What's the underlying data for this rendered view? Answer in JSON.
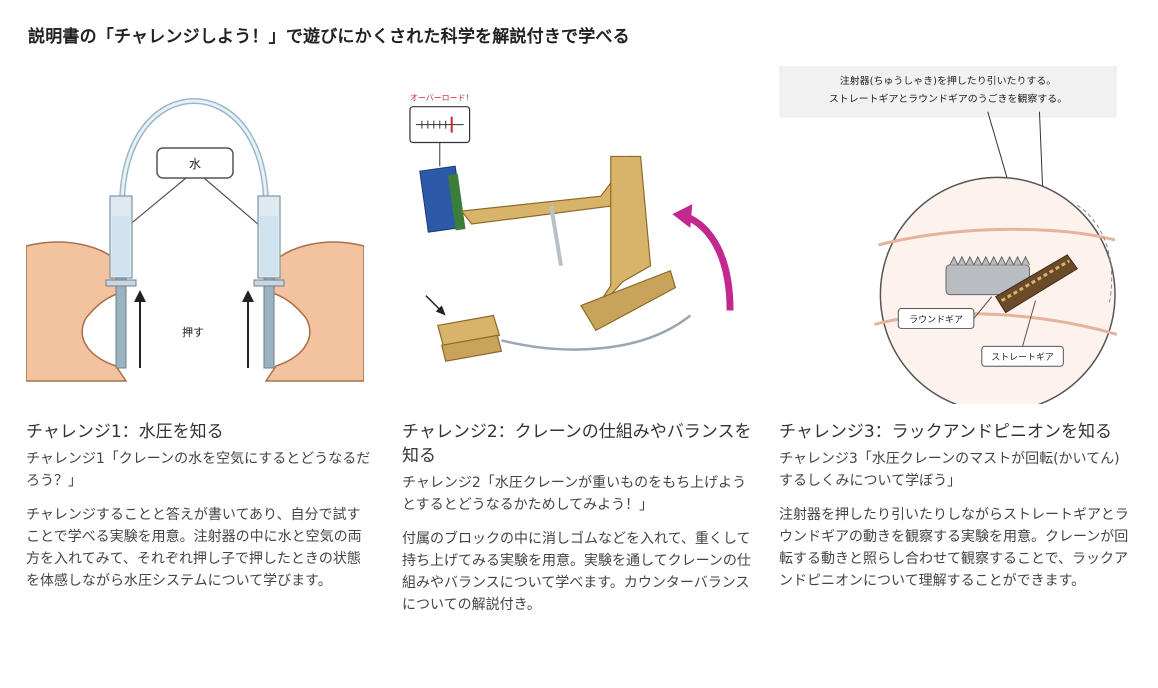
{
  "heading": "説明書の「チャレンジしよう！」で遊びにかくされた科学を解説付きで学べる",
  "challenges": [
    {
      "title": "チャレンジ1：水圧を知る",
      "subtitle": "チャレンジ1「クレーンの水を空気にするとどうなるだろう？」",
      "body": "チャレンジすることと答えが書いてあり、自分で試すことで学べる実験を用意。注射器の中に水と空気の両方を入れてみて、それぞれ押し子で押したときの状態を体感しながら水圧システムについて学びます。",
      "figure": {
        "water_label": "水",
        "push_label": "押す"
      }
    },
    {
      "title": "チャレンジ2：クレーンの仕組みやバランスを知る",
      "subtitle": "チャレンジ2「水圧クレーンが重いものをもち上げようとするとどうなるかためしてみよう！」",
      "body": "付属のブロックの中に消しゴムなどを入れて、重くして持ち上げてみる実験を用意。実験を通してクレーンの仕組みやバランスについて学べます。カウンターバランスについての解説付き。",
      "figure": {
        "overload_label": "オーバーロード！"
      }
    },
    {
      "title": "チャレンジ3：ラックアンドピニオンを知る",
      "subtitle": "チャレンジ3「水圧クレーンのマストが回転(かいてん)するしくみについて学ぼう」",
      "body": "注射器を押したり引いたりしながらストレートギアとラウンドギアの動きを観察する実験を用意。クレーンが回転する動きと照らし合わせて観察することで、ラックアンドピニオンについて理解することができます。",
      "figure": {
        "caption_line1": "注射器(ちゅうしゃき)を押したり引いたりする。",
        "caption_line2": "ストレートギアとラウンドギアのうごきを観察する。",
        "round_gear_label": "ラウンドギア",
        "straight_gear_label": "ストレートギア"
      }
    }
  ],
  "colors": {
    "tan": "#d8b46a",
    "magenta": "#c2288e",
    "blue": "#2c5aa8",
    "skin": "#f2c39e"
  }
}
